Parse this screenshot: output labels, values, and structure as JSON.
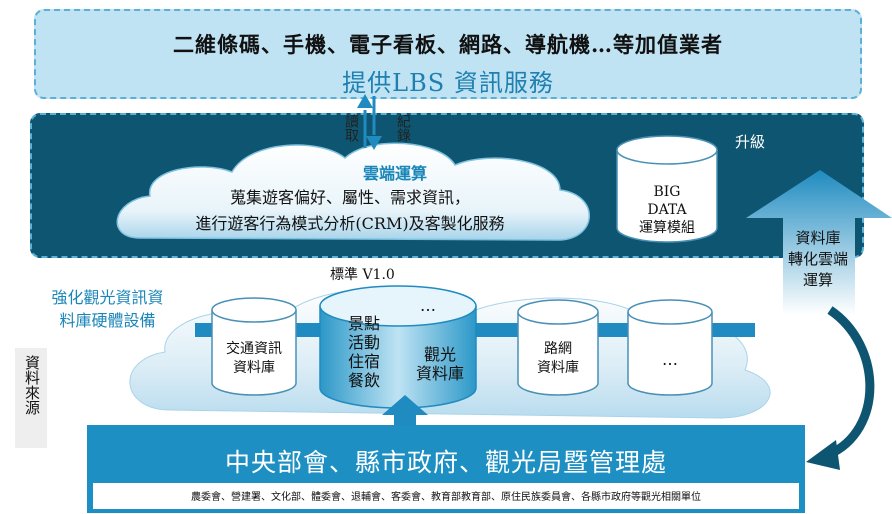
{
  "top": {
    "line1": "二維條碼、手機、電子看板、網路、導航機…等加值業者",
    "line2": "提供LBS 資訊服務"
  },
  "middle": {
    "upgrade": "升級",
    "read_label": "讀取",
    "record_label": "紀錄",
    "cloud_title": "雲端運算",
    "cloud_line1": "蒐集遊客偏好、屬性、需求資訊，",
    "cloud_line2": "進行遊客行為模式分析(CRM)及客製化服務",
    "bigdata_line1": "BIG",
    "bigdata_line2": "DATA",
    "bigdata_line3": "運算模組"
  },
  "right": {
    "line1": "資料庫",
    "line2": "轉化雲端",
    "line3": "運算"
  },
  "databases": {
    "standard": "標準 V1.0",
    "strengthen_line1": "強化觀光資訊資",
    "strengthen_line2": "料庫硬體設備",
    "source": "資料來源",
    "traffic_line1": "交通資訊",
    "traffic_line2": "資料庫",
    "main_left": [
      "景點",
      "活動",
      "住宿",
      "餐飲"
    ],
    "main_ellipsis": "…",
    "main_right_line1": "觀光",
    "main_right_line2": "資料庫",
    "network_line1": "路網",
    "network_line2": "資料庫",
    "last_ellipsis": "…"
  },
  "bottom": {
    "title": "中央部會、縣市政府、觀光局暨管理處",
    "orgs": "農委會、營建署、文化部、體委會、退輔會、客委會、教育部教育部、原住民族委員會、各縣市政府等觀光相關單位"
  },
  "colors": {
    "top_fill": "#bfe3f3",
    "cloud_box_fill": "#0d5570",
    "bottom_fill": "#1e8fc2",
    "accent_text": "#1a86b8"
  }
}
